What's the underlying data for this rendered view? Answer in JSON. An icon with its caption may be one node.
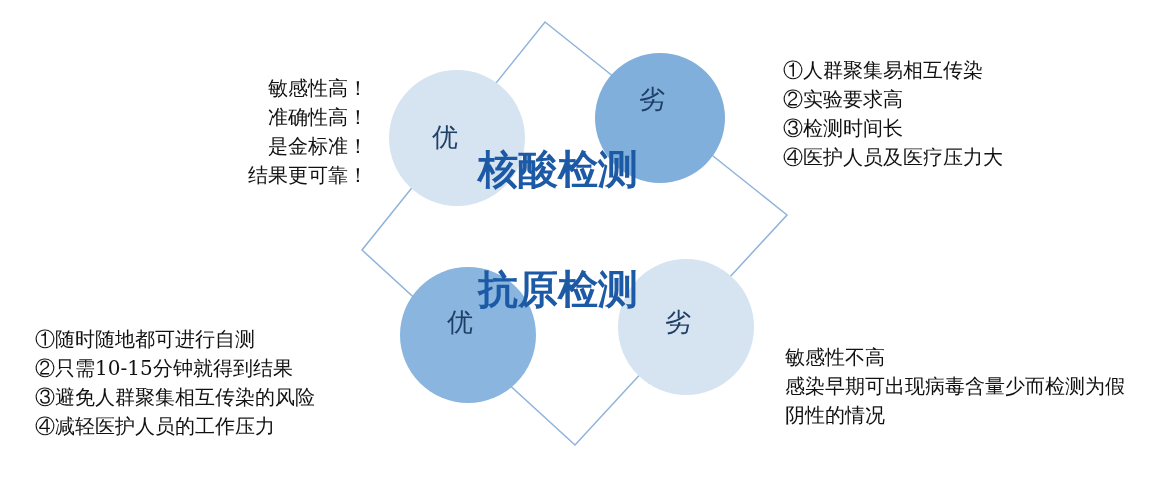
{
  "diagram": {
    "nodes": [
      {
        "text": [
          "优"
        ],
        "beside": [
          "敏感性高！",
          "准确性高！",
          "是金标准！",
          "结果更可靠！"
        ]
      },
      {
        "text": [
          "劣"
        ],
        "beside": [
          "①人群聚集易相互传染",
          "②实验要求高",
          "③检测时间长",
          "④医护人员及医疗压力大"
        ]
      },
      {
        "text": [
          "优"
        ],
        "beside": [
          "①随时随地都可进行自测",
          "②只需10-15分钟就得到结果",
          "③避免人群聚集相互传染的风险",
          "④减轻医护人员的工作压力"
        ]
      },
      {
        "text": [
          "劣"
        ],
        "beside": [
          "敏感性不高",
          "感染早期可出现病毒含量少而检测为假阴性的情况"
        ]
      }
    ],
    "labels": [
      "核酸检测",
      "抗原检测"
    ]
  }
}
